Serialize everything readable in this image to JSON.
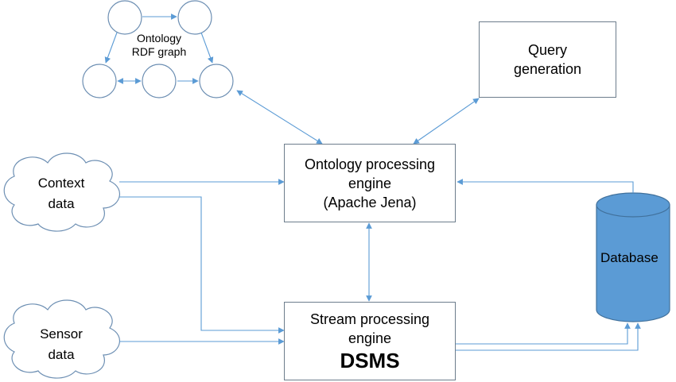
{
  "ontology_graph": {
    "label_line1": "Ontology",
    "label_line2": "RDF graph"
  },
  "query_generation": {
    "line1": "Query",
    "line2": "generation"
  },
  "ontology_engine": {
    "line1": "Ontology processing",
    "line2": "engine",
    "line3": "(Apache Jena)"
  },
  "stream_engine": {
    "line1": "Stream processing",
    "line2": "engine",
    "line3": "DSMS"
  },
  "context_data": {
    "line1": "Context",
    "line2": "data"
  },
  "sensor_data": {
    "line1": "Sensor",
    "line2": "data"
  },
  "database": {
    "label": "Database"
  },
  "colors": {
    "line": "#5b9bd5",
    "database_fill": "#5b9bd5",
    "database_stroke": "#41719c",
    "box_border": "#6d7d8c"
  }
}
